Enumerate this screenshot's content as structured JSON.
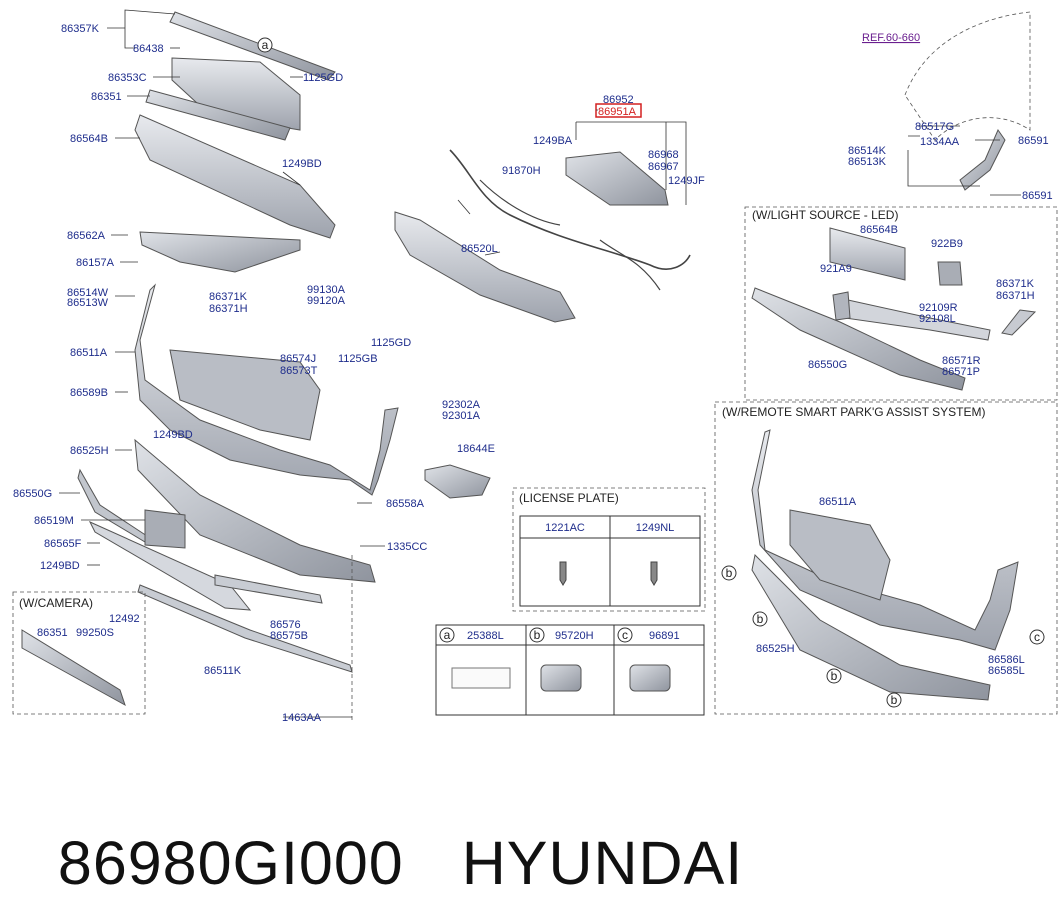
{
  "caption": {
    "part_number": "86980GI000",
    "brand": "HYUNDAI"
  },
  "reference": "REF.60-660",
  "highlighted_part": "86951A",
  "callout_letters": [
    "a",
    "b",
    "c"
  ],
  "part_labels": [
    "86357K",
    "86438",
    "86353C",
    "1125GD",
    "86351",
    "86564B",
    "1249BD",
    "86562A",
    "86157A",
    "86371K",
    "86371H",
    "86514W",
    "86513W",
    "99130A",
    "99120A",
    "86511A",
    "1125GD",
    "1125GB",
    "86574J",
    "86573T",
    "86589B",
    "92302A",
    "92301A",
    "18644E",
    "86525H",
    "1249BD",
    "86550G",
    "86558A",
    "86519M",
    "86565F",
    "1335CC",
    "1249BD",
    "86576",
    "86575B",
    "86511K",
    "1463AA",
    "86952",
    "1249BA",
    "91870H",
    "86968",
    "86967",
    "1249JF",
    "86520L",
    "86517G",
    "86591",
    "86514K",
    "86513K",
    "1334AA",
    "86591"
  ],
  "camera_box": {
    "title": "(W/CAMERA)",
    "labels": [
      "86351",
      "99250S",
      "12492"
    ]
  },
  "light_box": {
    "title": "(W/LIGHT SOURCE - LED)",
    "labels": [
      "86564B",
      "922B9",
      "921A9",
      "86371K",
      "86371H",
      "92109R",
      "92108L",
      "86550G",
      "86571R",
      "86571P"
    ]
  },
  "smart_park_box": {
    "title": "(W/REMOTE SMART PARK'G ASSIST SYSTEM)",
    "labels": [
      "86511A",
      "86525H",
      "86586L",
      "86585L"
    ]
  },
  "license_box": {
    "title": "(LICENSE PLATE)",
    "columns": [
      "1221AC",
      "1249NL"
    ]
  },
  "legend_table": [
    {
      "letter": "a",
      "code": "25388L"
    },
    {
      "letter": "b",
      "code": "95720H"
    },
    {
      "letter": "c",
      "code": "96891"
    }
  ],
  "colors": {
    "label": "#1e2d8c",
    "highlight_box": "#d42020",
    "reference": "#6a1f8f",
    "part_fill": "#cfd3da"
  }
}
